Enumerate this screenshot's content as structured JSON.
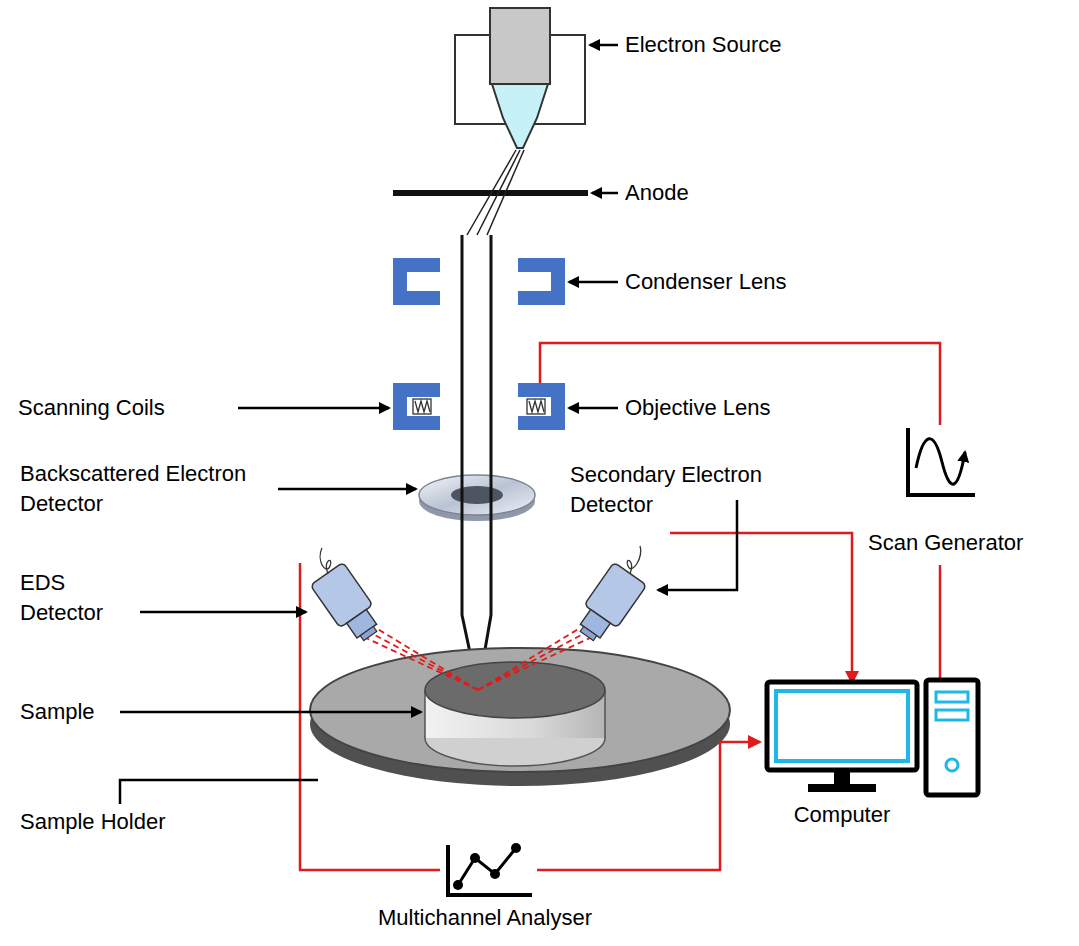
{
  "diagram": {
    "labels": [
      "Electron Source",
      "Anode",
      "Condenser Lens",
      "Scanning Coils",
      "Objective Lens",
      "Backscattered Electron Detector",
      "Secondary Electron Detector",
      "Scan Generator",
      "EDS Detector",
      "Sample",
      "Sample Holder",
      "Multichannel Analyser",
      "Computer"
    ]
  }
}
